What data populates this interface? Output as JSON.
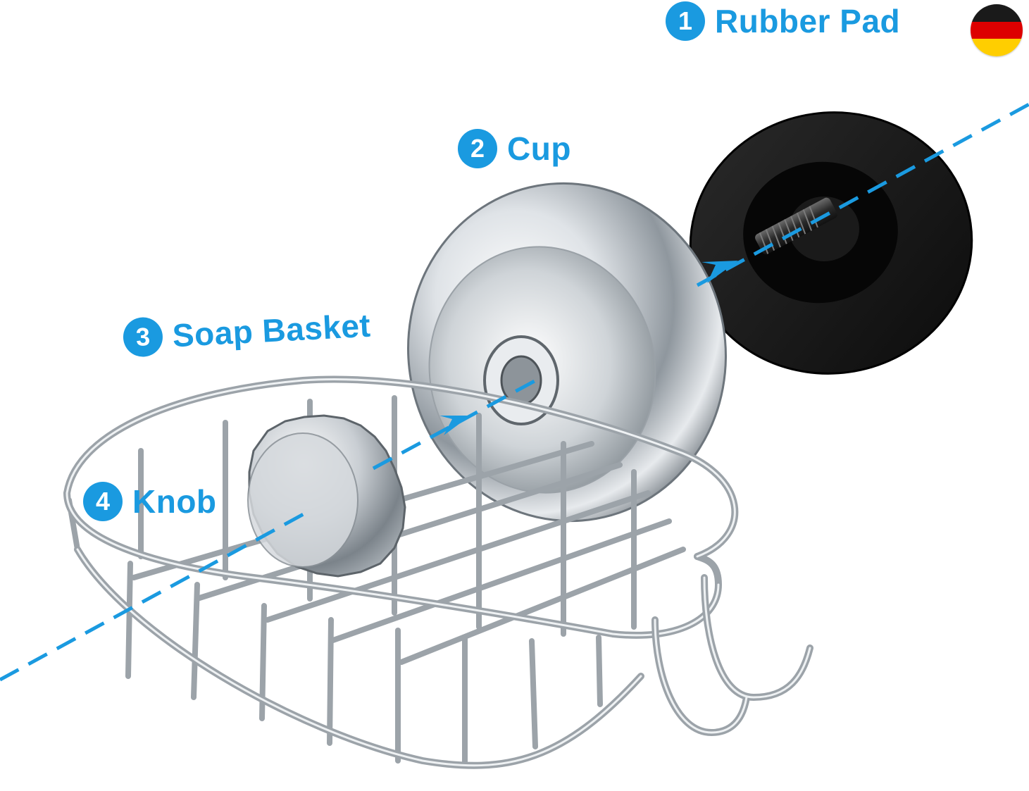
{
  "colors": {
    "accent": "#1a9ae0",
    "flag_black": "#1a1a1a",
    "flag_red": "#dd0000",
    "flag_gold": "#ffce00",
    "pad_black": "#141414",
    "chrome_light": "#f4f6f8",
    "chrome_dark": "#7d858c"
  },
  "callouts": [
    {
      "number": "1",
      "label": "Rubber Pad"
    },
    {
      "number": "2",
      "label": "Cup"
    },
    {
      "number": "3",
      "label": "Soap Basket"
    },
    {
      "number": "4",
      "label": "Knob"
    }
  ],
  "icons": {
    "flag": "germany-flag-icon",
    "arrow": "blue-arrow-icon",
    "axis": "dashed-assembly-line"
  }
}
